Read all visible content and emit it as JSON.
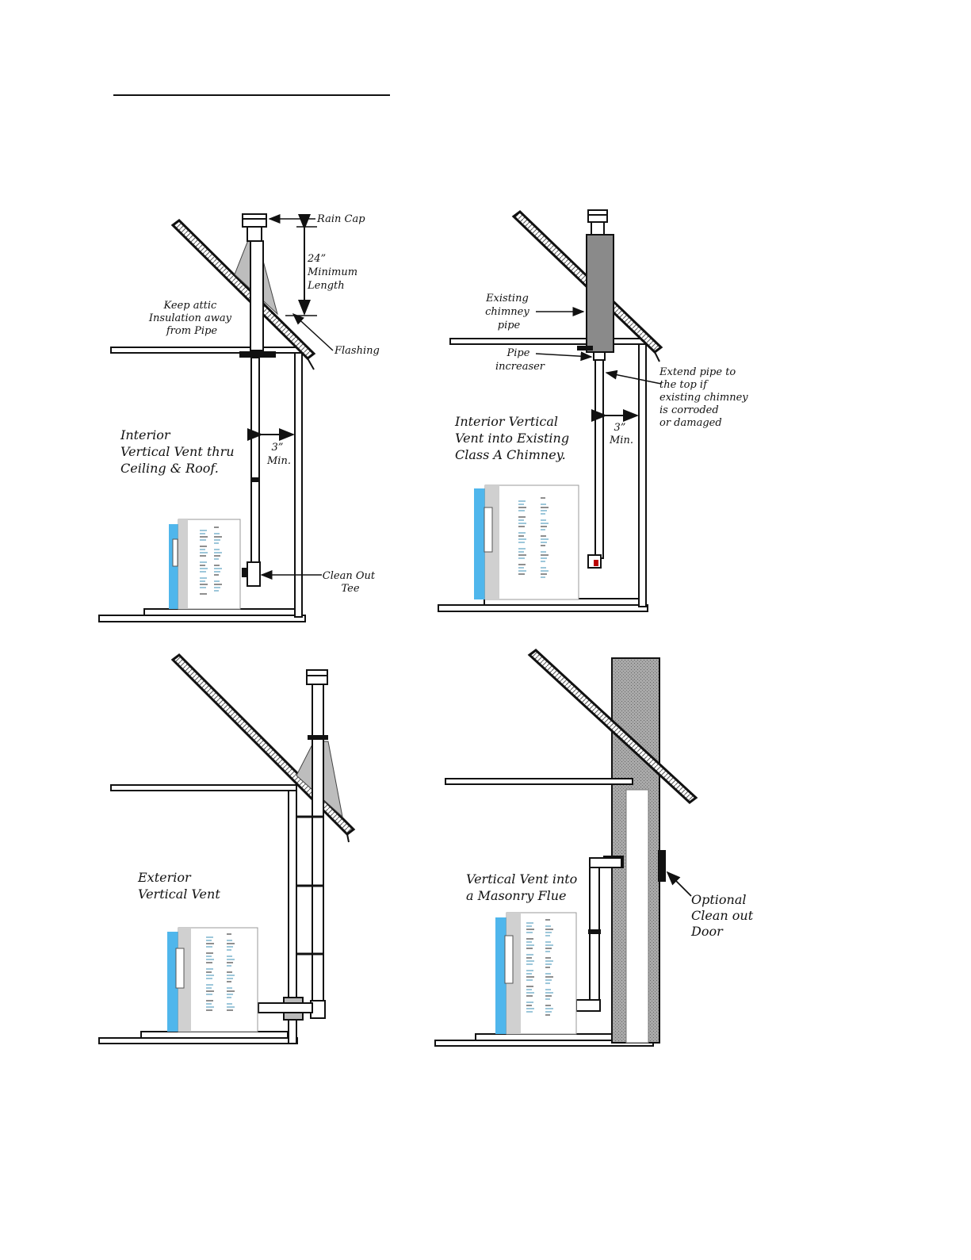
{
  "panels": {
    "top_left": {
      "title": [
        "Interior",
        "Vertical Vent thru",
        "Ceiling & Roof."
      ],
      "labels": {
        "rain_cap": "Rain Cap",
        "min_length": [
          "24”",
          "Minimum",
          "Length"
        ],
        "keep_attic": [
          "Keep attic",
          "Insulation away",
          "from Pipe"
        ],
        "flashing": "Flashing",
        "clearance": [
          "3”",
          "Min."
        ],
        "clean_out": [
          "Clean Out",
          "Tee"
        ]
      }
    },
    "top_right": {
      "title": [
        "Interior Vertical",
        "Vent into Existing",
        "Class A Chimney."
      ],
      "labels": {
        "existing_chimney": [
          "Existing",
          "chimney",
          "pipe"
        ],
        "pipe_increaser": [
          "Pipe",
          "increaser"
        ],
        "extend_pipe": [
          "Extend pipe to",
          "the top if",
          "existing chimney",
          "is corroded",
          "or damaged"
        ],
        "clearance": [
          "3”",
          "Min."
        ]
      }
    },
    "bottom_left": {
      "title": [
        "Exterior",
        "Vertical Vent"
      ]
    },
    "bottom_right": {
      "title": [
        "Vertical Vent into",
        "a Masonry Flue"
      ],
      "labels": {
        "clean_out_door": [
          "Optional",
          "Clean out",
          "Door"
        ]
      }
    }
  },
  "colors": {
    "ink": "#111111",
    "stove_blue": "#4fb6ec",
    "cone_gray": "#bdbdbd",
    "chimney_gray": "#8a8a8a",
    "masonry_gray": "#9a9a9a"
  }
}
